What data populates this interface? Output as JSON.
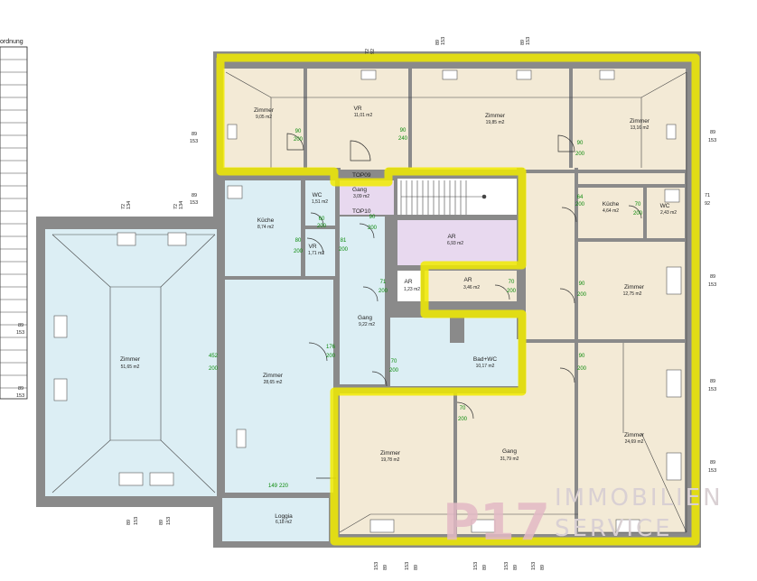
{
  "legend": {
    "title": "ordnung"
  },
  "colors": {
    "outline": "#ffff00",
    "room_beige": "#f3ead6",
    "room_blue": "#dceef4",
    "room_violet": "#e8d9ef",
    "wall": "#8a8a8a",
    "dims_green": "#0a8a0a",
    "watermark": "#e3b9c5"
  },
  "rooms": [
    {
      "id": "zimmer-nw",
      "name": "Zimmer",
      "area": "9,05 m2"
    },
    {
      "id": "vr-top",
      "name": "VR",
      "area": "11,01 m2"
    },
    {
      "id": "zimmer-top",
      "name": "Zimmer",
      "area": "19,85 m2"
    },
    {
      "id": "zimmer-ne",
      "name": "Zimmer",
      "area": "13,16 m2"
    },
    {
      "id": "wc-1",
      "name": "WC",
      "area": "1,51 m2"
    },
    {
      "id": "gang-top",
      "name": "Gang",
      "area": "3,09 m2"
    },
    {
      "id": "kueche-left",
      "name": "Küche",
      "area": "8,74 m2"
    },
    {
      "id": "vr-small",
      "name": "VR",
      "area": "1,71 m2"
    },
    {
      "id": "ar-1",
      "name": "AR",
      "area": "6,93 m2"
    },
    {
      "id": "kueche-right",
      "name": "Küche",
      "area": "4,64 m2"
    },
    {
      "id": "wc-2",
      "name": "WC",
      "area": "2,43 m2"
    },
    {
      "id": "ar-2",
      "name": "AR",
      "area": "1,23 m2"
    },
    {
      "id": "ar-3",
      "name": "AR",
      "area": "3,46 m2"
    },
    {
      "id": "zimmer-e",
      "name": "Zimmer",
      "area": "12,75 m2"
    },
    {
      "id": "gang-mid",
      "name": "Gang",
      "area": "9,22 m2"
    },
    {
      "id": "zimmer-big",
      "name": "Zimmer",
      "area": "51,65 m2"
    },
    {
      "id": "zimmer-mid",
      "name": "Zimmer",
      "area": "28,65 m2"
    },
    {
      "id": "bad-wc",
      "name": "Bad+WC",
      "area": "10,17 m2"
    },
    {
      "id": "zimmer-s",
      "name": "Zimmer",
      "area": "19,78 m2"
    },
    {
      "id": "gang-s",
      "name": "Gang",
      "area": "31,79 m2"
    },
    {
      "id": "zimmer-se",
      "name": "Zimmer",
      "area": "24,69 m2"
    },
    {
      "id": "loggia",
      "name": "Loggia",
      "area": "6,18 m2"
    }
  ],
  "tops": [
    "TOP09",
    "TOP10"
  ],
  "dimensions": {
    "d72_92": [
      "72",
      "92"
    ],
    "d89_153": [
      "89",
      "153"
    ],
    "d72_134": [
      "72",
      "134"
    ],
    "d71_92": [
      "71",
      "92"
    ],
    "green": [
      "90",
      "200",
      "240",
      "60",
      "80",
      "70",
      "64",
      "200",
      "81",
      "200",
      "71",
      "176",
      "200",
      "452",
      "200",
      "149",
      "220"
    ]
  },
  "watermark": {
    "logo": "P17",
    "line1": "IMMOBILIEN",
    "line2": "SERVICE"
  }
}
